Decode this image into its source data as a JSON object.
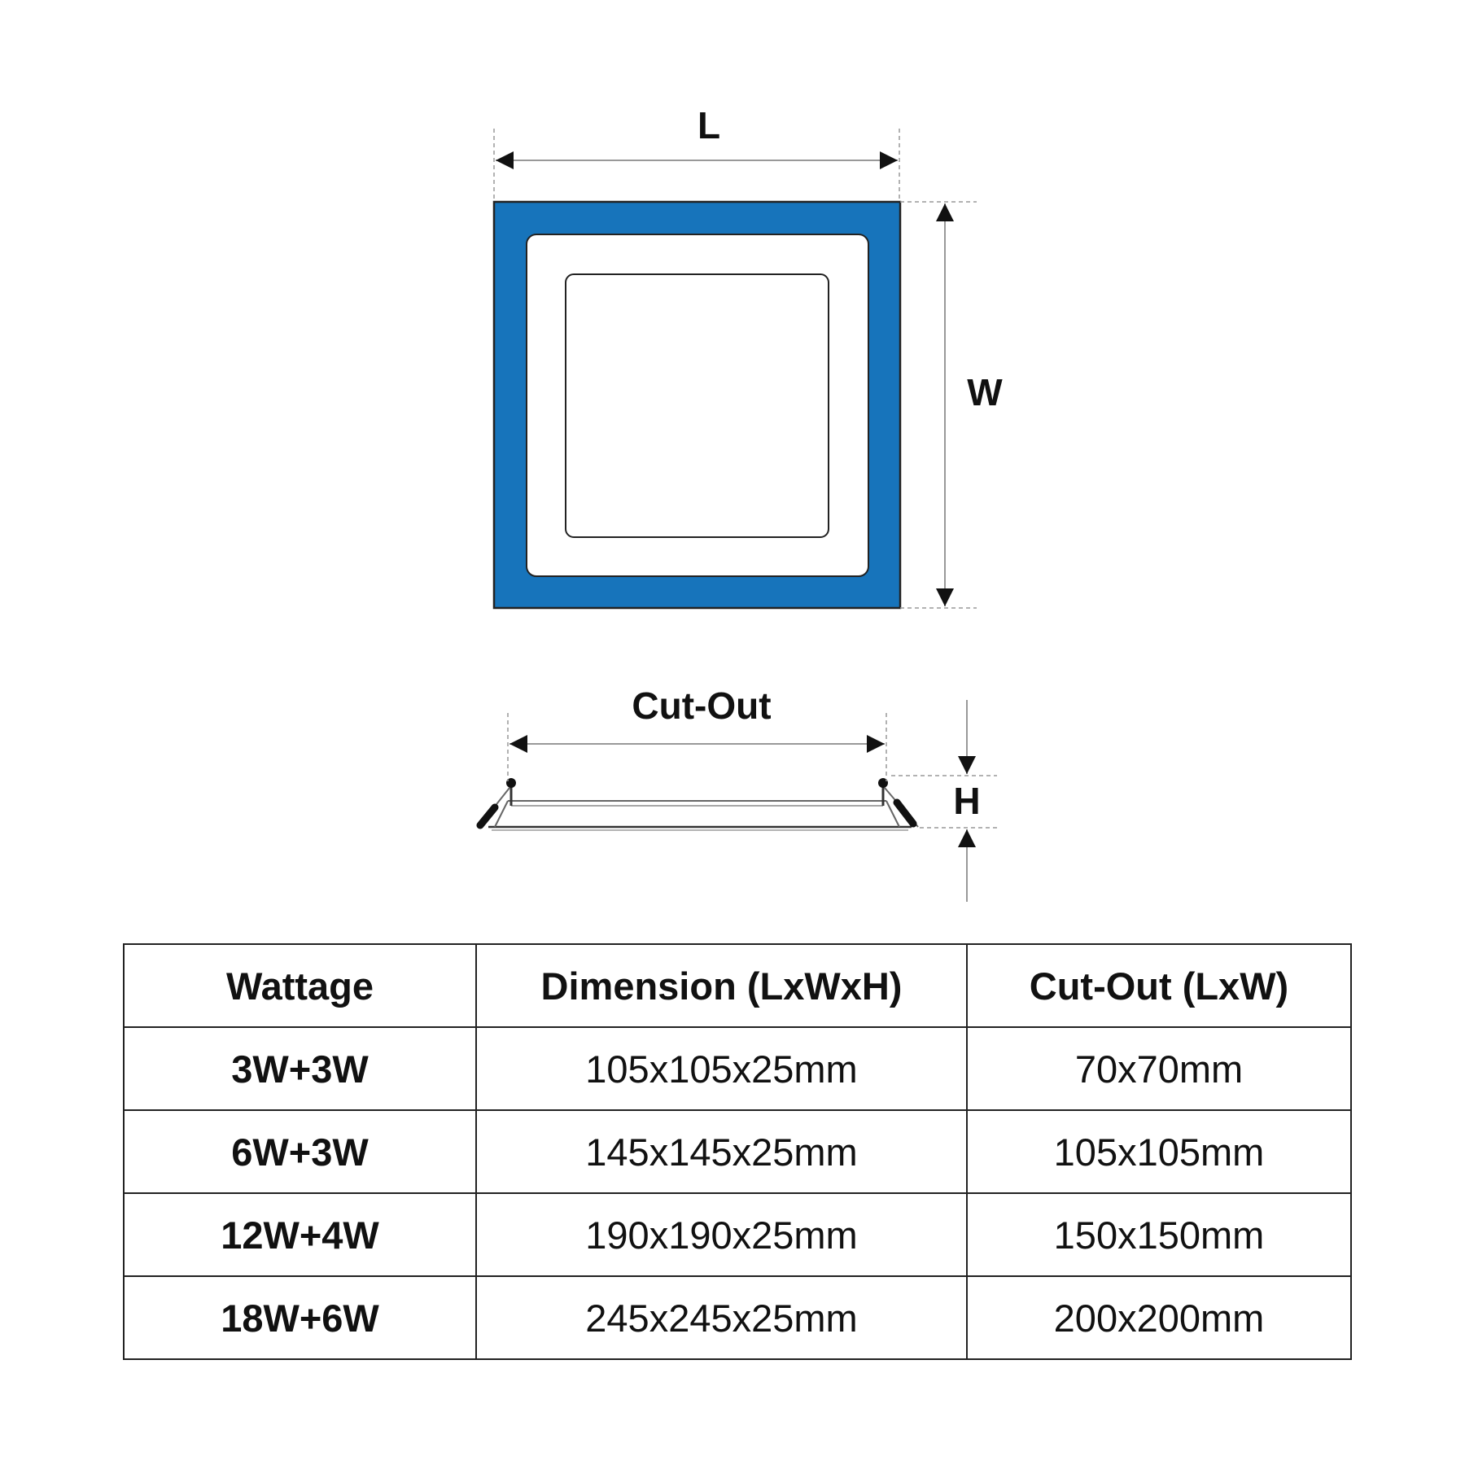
{
  "diagram": {
    "colors": {
      "frame_blue": "#1774BB",
      "outline": "#222222",
      "dimension_line": "#999999"
    },
    "labels": {
      "length": "L",
      "width": "W",
      "cutout": "Cut-Out",
      "height": "H"
    }
  },
  "table": {
    "headers": [
      "Wattage",
      "Dimension (LxWxH)",
      "Cut-Out (LxW)"
    ],
    "rows": [
      {
        "wattage": "3W+3W",
        "dimension": "105x105x25mm",
        "cutout": "70x70mm"
      },
      {
        "wattage": "6W+3W",
        "dimension": "145x145x25mm",
        "cutout": "105x105mm"
      },
      {
        "wattage": "12W+4W",
        "dimension": "190x190x25mm",
        "cutout": "150x150mm"
      },
      {
        "wattage": "18W+6W",
        "dimension": "245x245x25mm",
        "cutout": "200x200mm"
      }
    ]
  }
}
